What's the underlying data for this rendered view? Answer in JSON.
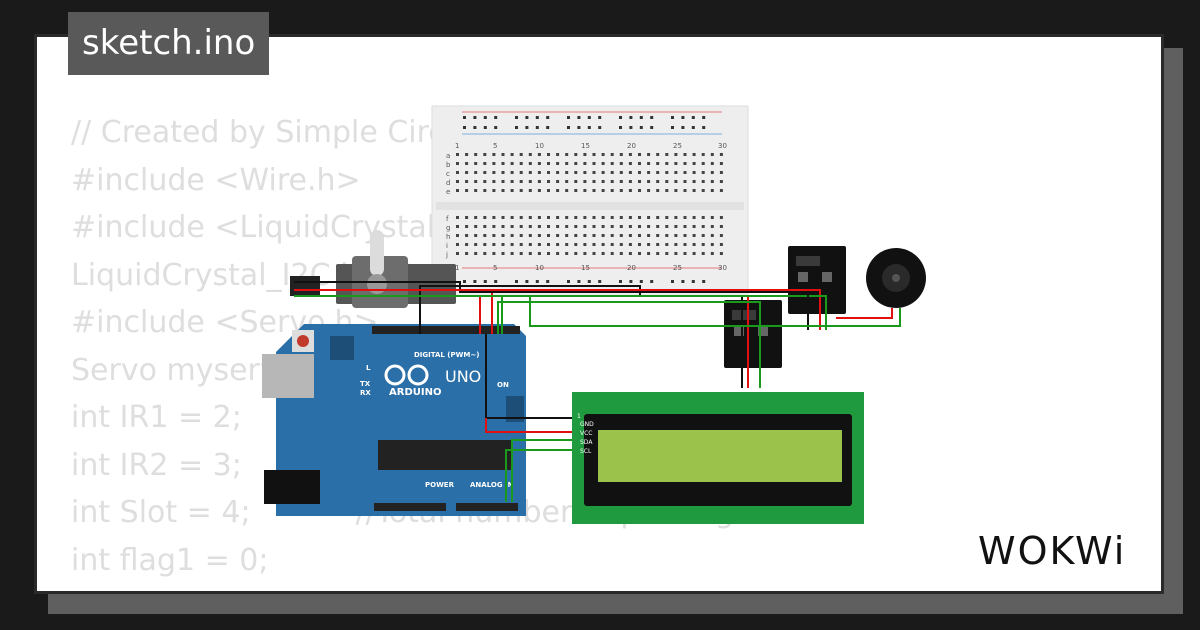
{
  "file_tab": {
    "label": "sketch.ino"
  },
  "code_lines": [
    "// Created by Simple Circuits",
    "",
    "#include <Wire.h>",
    "#include <LiquidCrystal_I2C.h>",
    "LiquidCrystal_I2C lcd(0x27, 16, 2);",
    "#include <Servo.h>",
    "Servo myservo;",
    "int IR1 = 2;",
    "int IR2 = 3;",
    "int Slot = 4;           //Total number of parking Slots",
    "int flag1 = 0;"
  ],
  "brand": {
    "label": "WOKWi"
  },
  "arduino": {
    "logo_text": "ARDUINO",
    "model": "UNO",
    "digital_label": "DIGITAL (PWM~)",
    "power_label": "POWER",
    "analog_label": "ANALOG IN",
    "on_label": "ON",
    "l_label": "L",
    "tx_label": "TX",
    "rx_label": "RX"
  },
  "lcd_pins": [
    "GND",
    "VCC",
    "SDA",
    "SCL"
  ],
  "breadboard": {
    "col_labels": [
      "1",
      "5",
      "10",
      "15",
      "20",
      "25",
      "30"
    ],
    "row_labels_top": [
      "a",
      "b",
      "c",
      "d",
      "e"
    ],
    "row_labels_bottom": [
      "f",
      "g",
      "h",
      "i",
      "j"
    ]
  },
  "colors": {
    "background": "#1a1a1a",
    "card": "#ffffff",
    "code_text": "#dedede",
    "tab_bg": "#595959",
    "arduino_blue": "#2b6fa8",
    "lcd_green": "#1f9a3f",
    "lcd_screen": "#9bc24b",
    "wire_red": "#e01010",
    "wire_green": "#1a9a1a",
    "wire_black": "#111111"
  }
}
